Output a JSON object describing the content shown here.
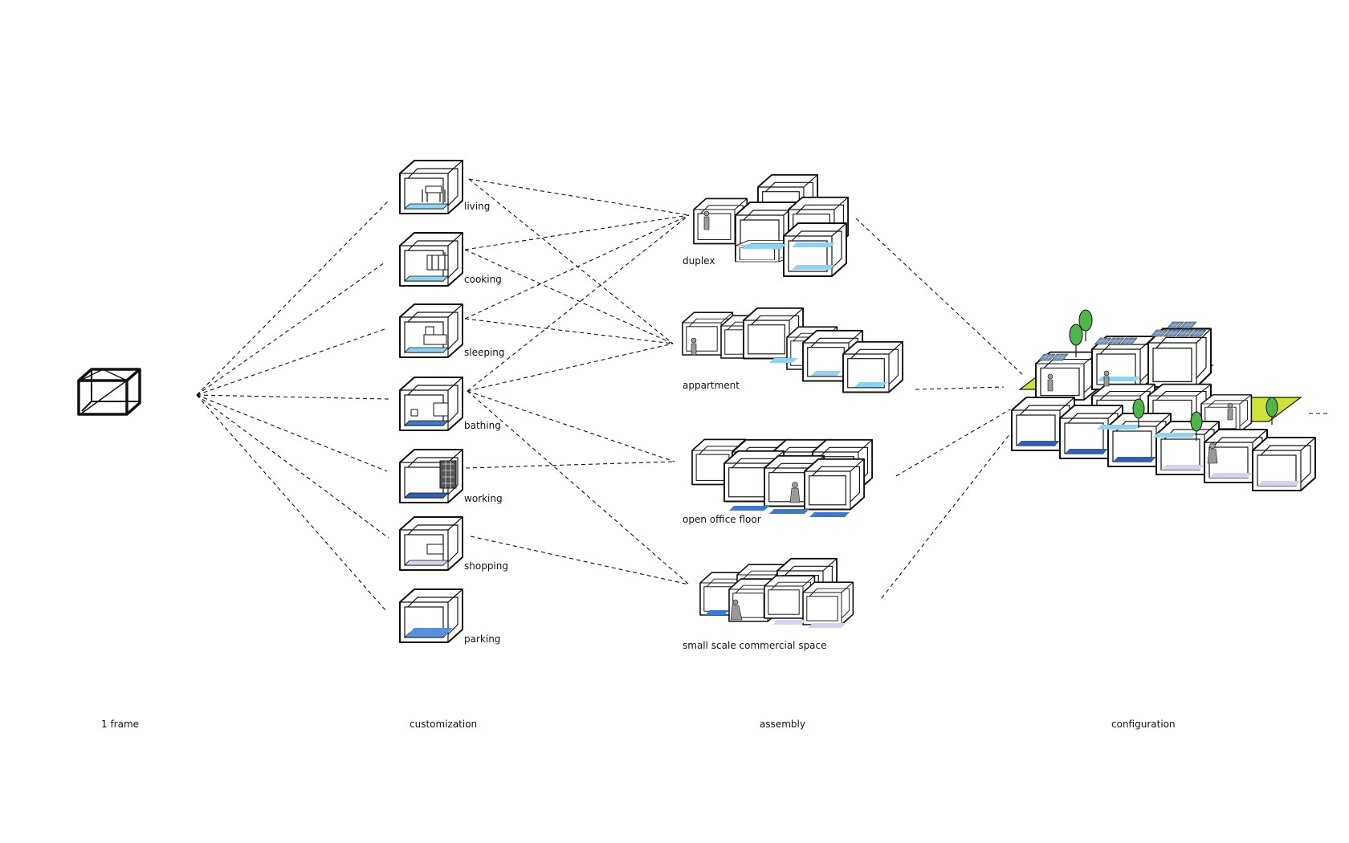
{
  "stages": {
    "frame": "1 frame",
    "customization": "customization",
    "assembly": "assembly",
    "configuration": "configuration"
  },
  "modules": {
    "living": "living",
    "cooking": "cooking",
    "sleeping": "sleeping",
    "bathing": "bathing",
    "working": "working",
    "shopping": "shopping",
    "parking": "parking"
  },
  "assemblies": {
    "duplex": "duplex",
    "apartment": "appartment",
    "office": "open office floor",
    "commercial": "small scale commercial space"
  },
  "colors": {
    "light_blue": "#8fd3f0",
    "mid_blue": "#3f78c8",
    "dark_blue": "#2e5fb5",
    "lavender": "#d6d3f0",
    "lime": "#cfe23a",
    "tree_green": "#4fb44a"
  }
}
